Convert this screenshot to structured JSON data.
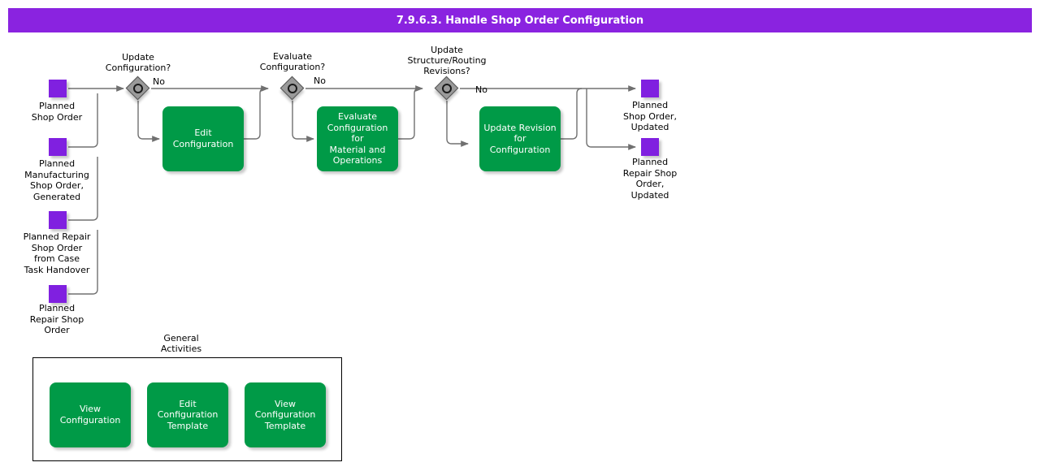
{
  "header": {
    "title": "7.9.6.3. Handle Shop Order Configuration",
    "bar_color": "#8A23E0",
    "text_color": "#FFFFFF"
  },
  "palette": {
    "data_object": "#8020E0",
    "task": "#009A47",
    "gateway": "#9A9A9A",
    "connector": "#707070",
    "group_border": "#000000"
  },
  "diagram": {
    "type": "bpmn-process-flow",
    "inputs": [
      {
        "id": "planned-shop-order",
        "label": "Planned\nShop Order"
      },
      {
        "id": "planned-manufacturing-shop-order-generated",
        "label": "Planned\nManufacturing\nShop Order,\nGenerated"
      },
      {
        "id": "planned-repair-shop-order-from-case-task-handover",
        "label": "Planned Repair\nShop Order\nfrom Case\nTask Handover"
      },
      {
        "id": "planned-repair-shop-order",
        "label": "Planned\nRepair Shop\nOrder"
      }
    ],
    "gateways": [
      {
        "id": "update-configuration",
        "label": "Update\nConfiguration?",
        "no_label": "No"
      },
      {
        "id": "evaluate-configuration",
        "label": "Evaluate\nConfiguration?",
        "no_label": "No"
      },
      {
        "id": "update-structure-routing-revisions",
        "label": "Update\nStructure/Routing\nRevisions?",
        "no_label": "No"
      }
    ],
    "tasks": [
      {
        "id": "edit-configuration",
        "label": "Edit\nConfiguration"
      },
      {
        "id": "evaluate-configuration-for-material-and-operations",
        "label": "Evaluate\nConfiguration for\nMaterial and\nOperations"
      },
      {
        "id": "update-revision-for-configuration",
        "label": "Update Revision\nfor\nConfiguration"
      }
    ],
    "outputs": [
      {
        "id": "planned-shop-order-updated",
        "label": "Planned\nShop Order,\nUpdated"
      },
      {
        "id": "planned-repair-shop-order-updated",
        "label": "Planned\nRepair Shop\nOrder,\nUpdated"
      }
    ],
    "general_activities": {
      "title": "General\nActivities",
      "items": [
        {
          "id": "view-configuration",
          "label": "View\nConfiguration"
        },
        {
          "id": "edit-configuration-template",
          "label": "Edit\nConfiguration\nTemplate"
        },
        {
          "id": "view-configuration-template",
          "label": "View\nConfiguration\nTemplate"
        }
      ]
    }
  }
}
